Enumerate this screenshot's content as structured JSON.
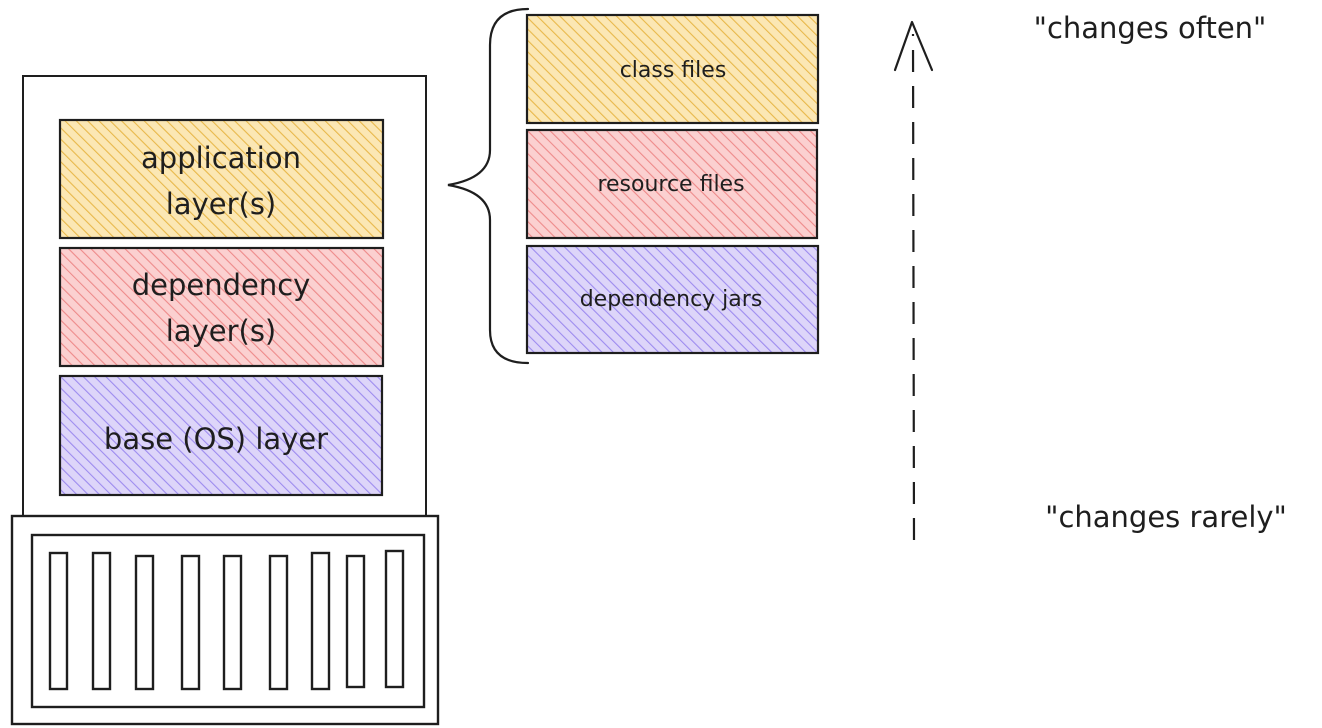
{
  "layers": [
    {
      "id": "application",
      "lines": [
        "application",
        "layer(s)"
      ],
      "color": "#f7d582",
      "hatch": "#e8b84a"
    },
    {
      "id": "dependency",
      "lines": [
        "dependency",
        "layer(s)"
      ],
      "color": "#f8a9a9",
      "hatch": "#ee8a8a"
    },
    {
      "id": "base",
      "lines": [
        "base (OS) layer"
      ],
      "color": "#c2b4f4",
      "hatch": "#9d8bef"
    }
  ],
  "app_breakdown": [
    {
      "id": "class-files",
      "label": "class files",
      "color": "#f7d582",
      "hatch": "#e8b84a"
    },
    {
      "id": "resource-files",
      "label": "resource files",
      "color": "#f8a9a9",
      "hatch": "#ee8a8a"
    },
    {
      "id": "dependency-jars",
      "label": "dependency jars",
      "color": "#c2b4f4",
      "hatch": "#9d8bef"
    }
  ],
  "notes": {
    "top": "\"changes often\"",
    "bottom": "\"changes rarely\""
  },
  "stroke_color": "#1e1e1e"
}
